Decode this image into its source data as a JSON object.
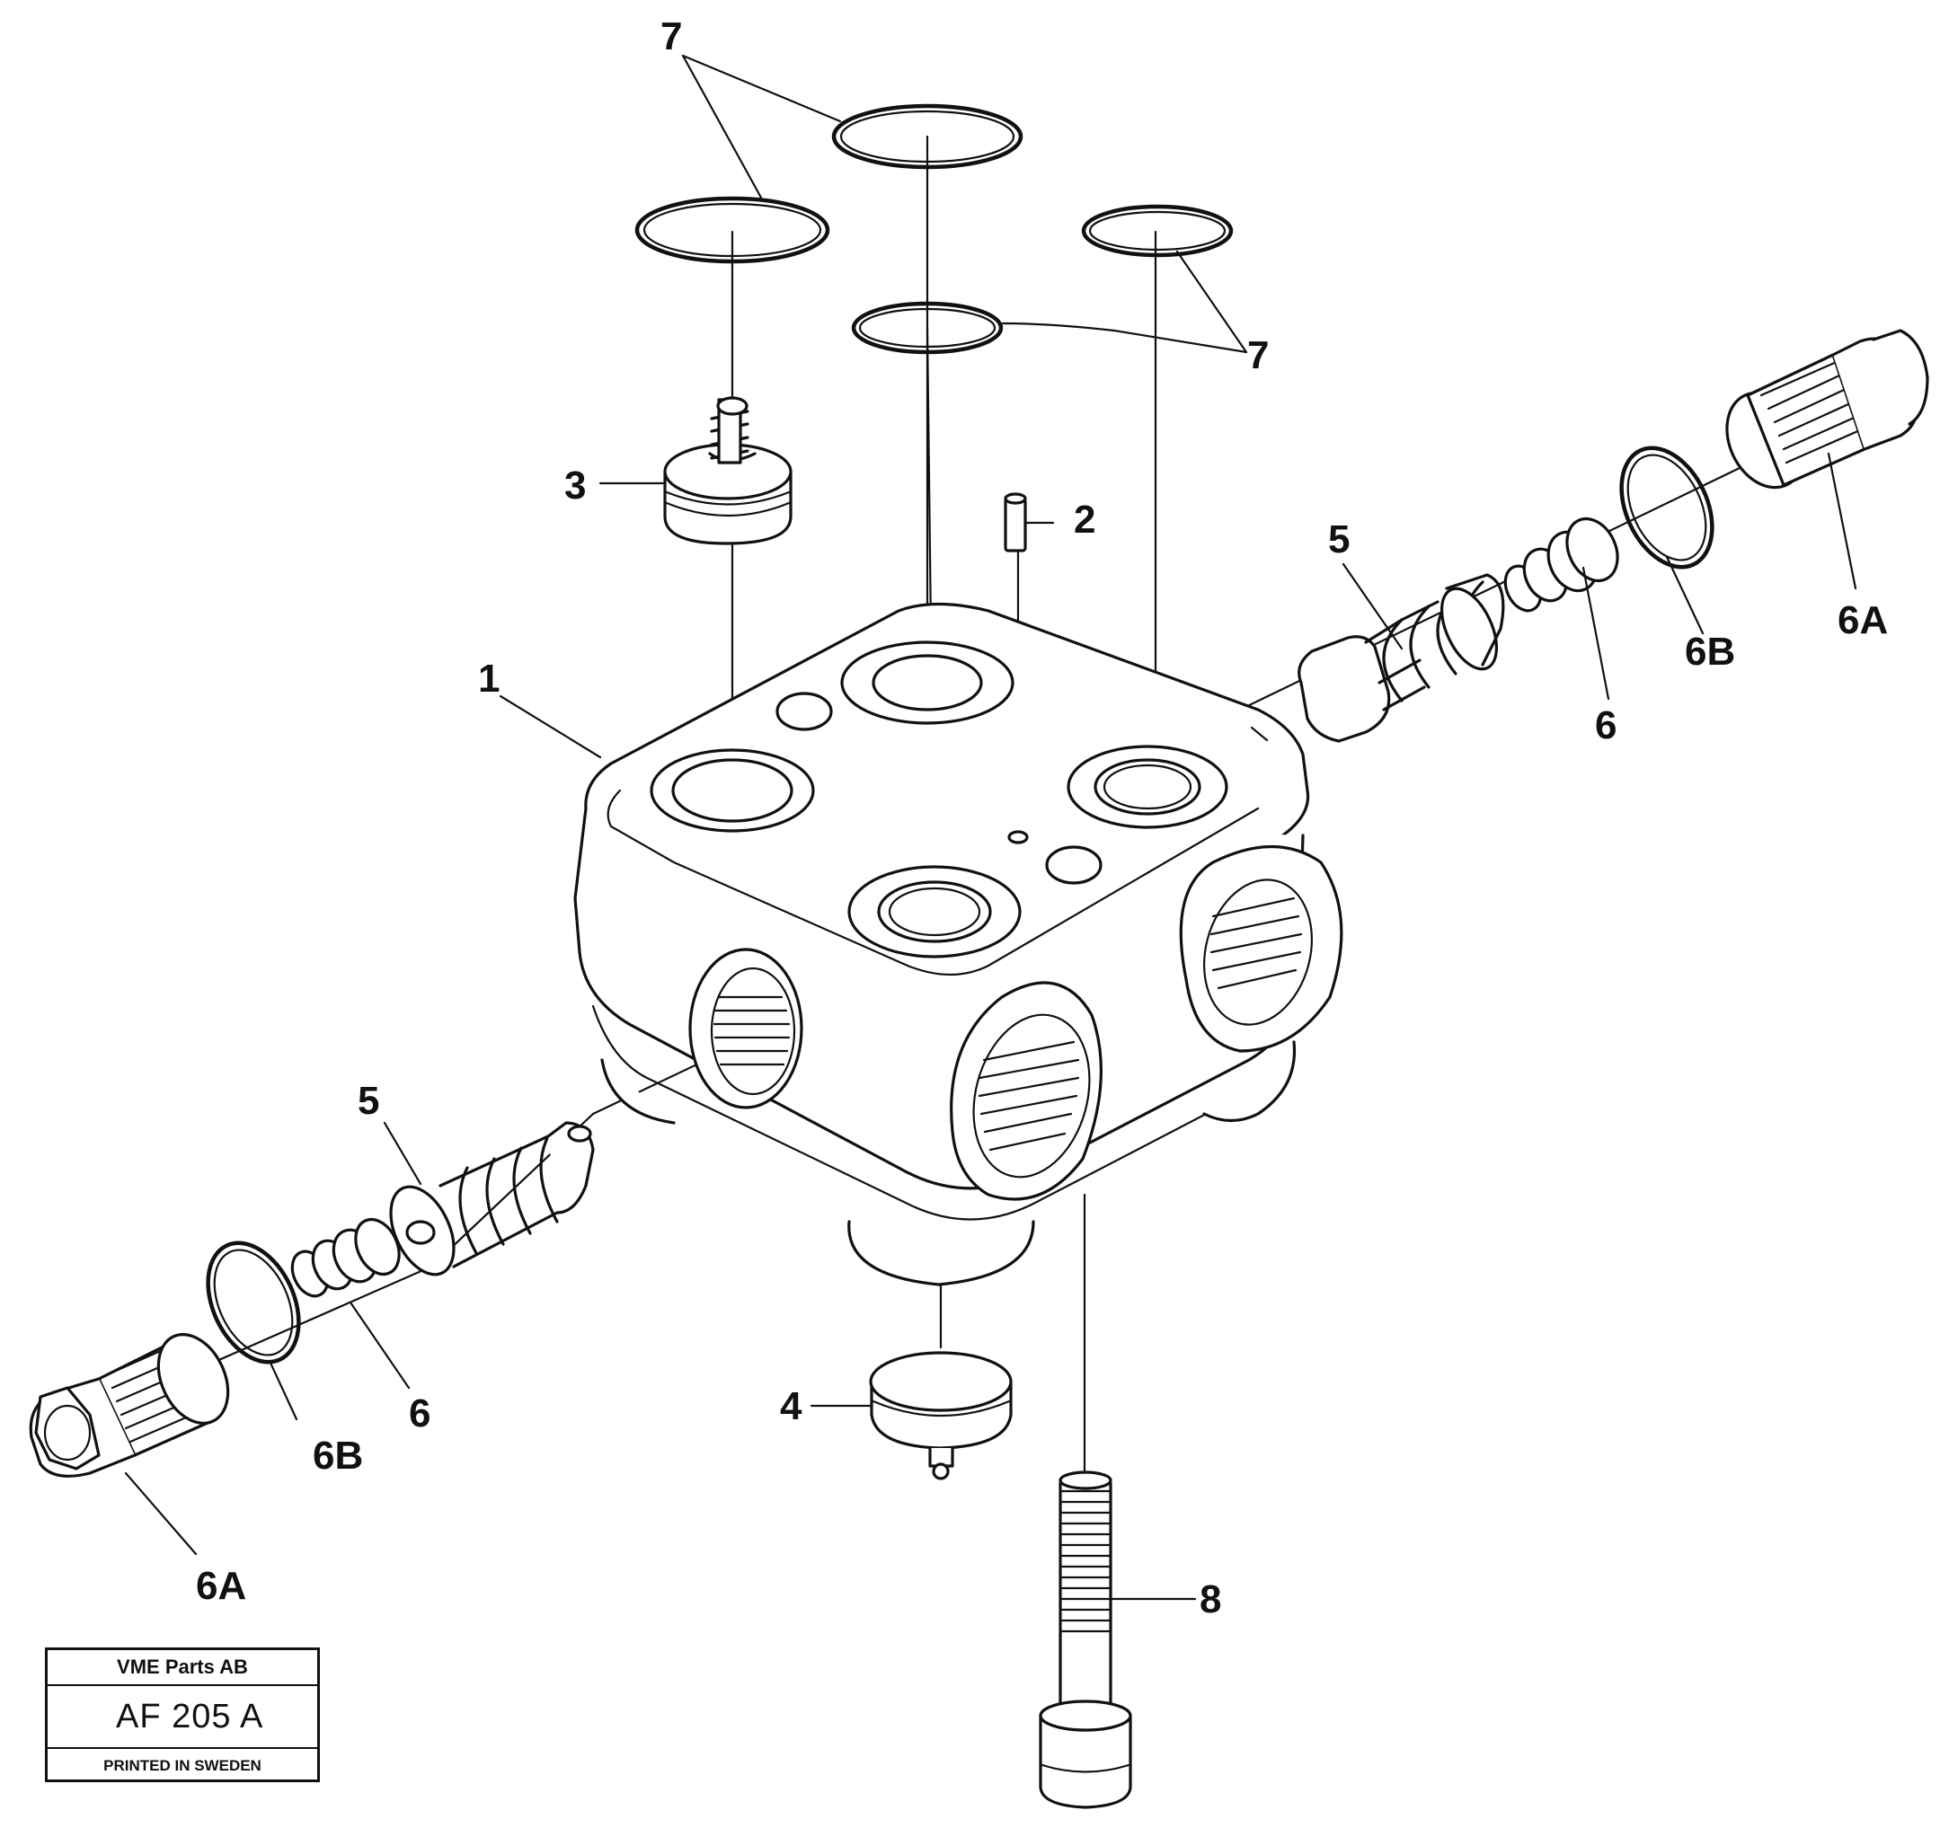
{
  "callouts": {
    "part_1": "1",
    "part_2": "2",
    "part_3": "3",
    "part_4": "4",
    "part_5_right": "5",
    "part_5_left": "5",
    "part_6_right": "6",
    "part_6_left": "6",
    "part_6a_right": "6A",
    "part_6a_left": "6A",
    "part_6b_right": "6B",
    "part_6b_left": "6B",
    "part_7_top": "7",
    "part_7_right": "7",
    "part_8": "8"
  },
  "title_block": {
    "company": "VME Parts AB",
    "drawing_number": "AF 205  A",
    "footer": "PRINTED IN SWEDEN"
  }
}
